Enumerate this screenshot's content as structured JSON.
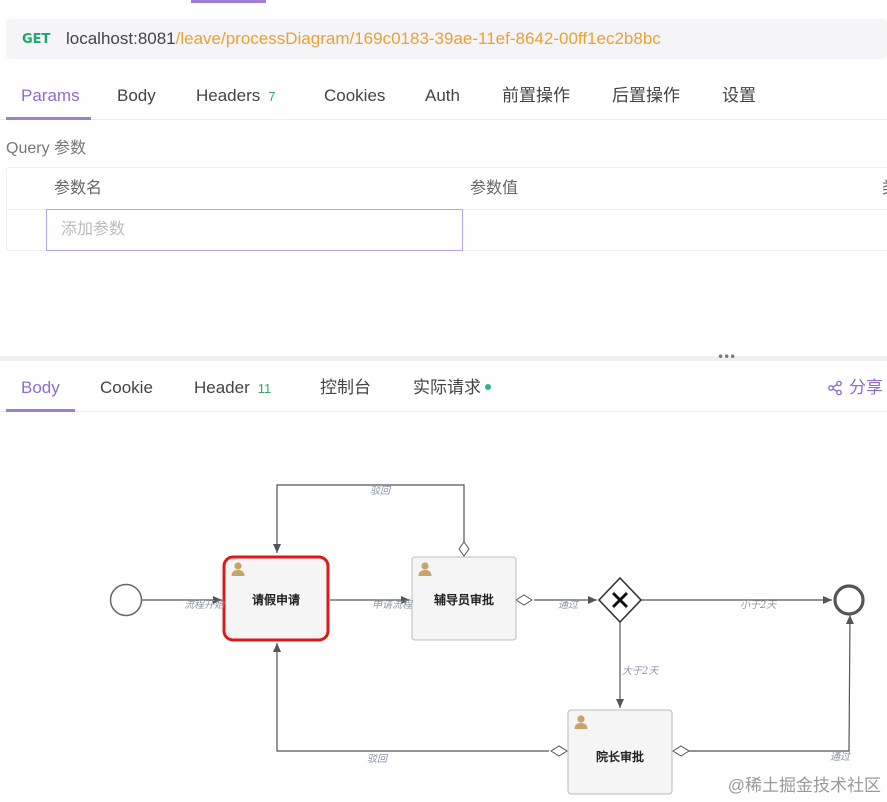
{
  "request": {
    "method": "GET",
    "url_host": "localhost:8081",
    "url_path": "/leave/processDiagram/169c0183-39ae-11ef-8642-00ff1ec2b8bc"
  },
  "request_tabs": [
    {
      "label": "Params",
      "count": ""
    },
    {
      "label": "Body",
      "count": ""
    },
    {
      "label": "Headers",
      "count": "7"
    },
    {
      "label": "Cookies",
      "count": ""
    },
    {
      "label": "Auth",
      "count": ""
    },
    {
      "label": "前置操作",
      "count": ""
    },
    {
      "label": "后置操作",
      "count": ""
    },
    {
      "label": "设置",
      "count": ""
    }
  ],
  "query": {
    "label": "Query 参数",
    "col_name": "参数名",
    "col_value": "参数值",
    "col_extra": "类",
    "placeholder": "添加参数"
  },
  "response_tabs": [
    {
      "label": "Body",
      "count": ""
    },
    {
      "label": "Cookie",
      "count": ""
    },
    {
      "label": "Header",
      "count": "11"
    },
    {
      "label": "控制台",
      "count": ""
    },
    {
      "label": "实际请求",
      "count": ""
    }
  ],
  "share_label": "分享",
  "diagram": {
    "nodes": {
      "apply": "请假申请",
      "counselor": "辅导员审批",
      "dean": "院长审批"
    },
    "flows": {
      "start": "流程开始",
      "submit": "申请流程",
      "pass1": "通过",
      "reject_top": "驳回",
      "less": "小于2天",
      "more": "大于2天",
      "reject_bottom": "驳回",
      "pass2": "通过"
    },
    "colors": {
      "active_border": "#dd1a1a",
      "task_fill": "#f5f5f5",
      "line": "#555555",
      "user_icon": "#c8a46a"
    }
  },
  "watermark": "@稀土掘金技术社区",
  "colors": {
    "accent": "#8f6cd0",
    "method": "#1aa86e",
    "url_path": "#e8a233",
    "count": "#3aa56b"
  }
}
